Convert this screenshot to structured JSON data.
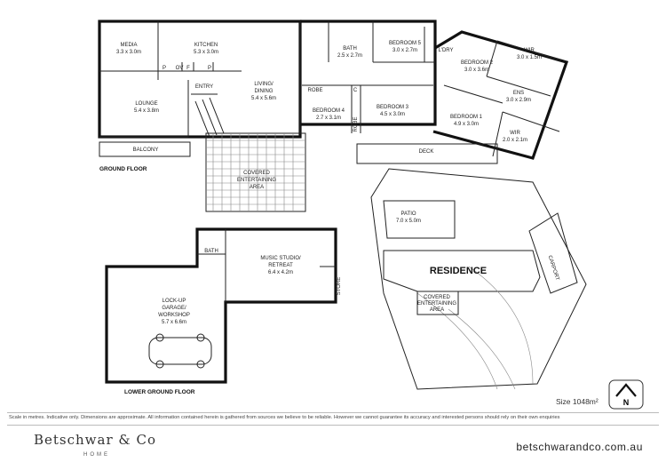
{
  "floor_labels": {
    "ground": "GROUND FLOOR",
    "lower_ground": "LOWER GROUND FLOOR"
  },
  "rooms": {
    "media": {
      "name": "MEDIA",
      "dims": "3.3 x 3.0m"
    },
    "kitchen": {
      "name": "KITCHEN",
      "dims": "5.3 x 3.0m"
    },
    "lounge": {
      "name": "LOUNGE",
      "dims": "5.4 x 3.8m"
    },
    "entry": {
      "name": "ENTRY"
    },
    "living": {
      "name_1": "LIVING/",
      "name_2": "DINING",
      "dims": "5.4 x 5.6m"
    },
    "bath": {
      "name": "BATH",
      "dims": "2.5 x 2.7m"
    },
    "bed5": {
      "name": "BEDROOM 5",
      "dims": "3.0 x 2.7m"
    },
    "ldry": {
      "name": "L'DRY"
    },
    "bed2": {
      "name": "BEDROOM 2",
      "dims": "3.0 x 3.6m"
    },
    "wir_top": {
      "name": "WIR",
      "dims": "3.0 x 1.5m"
    },
    "robe": {
      "name": "ROBE"
    },
    "c": {
      "name": "C"
    },
    "bed4": {
      "name": "BEDROOM 4",
      "dims": "2.7 x 3.1m"
    },
    "bed3": {
      "name": "BEDROOM 3",
      "dims": "4.5 x 3.0m"
    },
    "robe_v": {
      "name": "ROBE"
    },
    "ens": {
      "name": "ENS",
      "dims": "3.0 x 2.9m"
    },
    "bed1": {
      "name": "BEDROOM 1",
      "dims": "4.9 x 3.0m"
    },
    "wir_bottom": {
      "name": "WIR",
      "dims": "2.0 x 2.1m"
    },
    "balcony": {
      "name": "BALCONY"
    },
    "deck": {
      "name": "DECK"
    },
    "covered": {
      "line1": "COVERED",
      "line2": "ENTERTAINING",
      "line3": "AREA"
    },
    "bath_lower": {
      "name": "BATH"
    },
    "music": {
      "line1": "MUSIC STUDIO/",
      "line2": "RETREAT",
      "dims": "6.4 x 4.2m"
    },
    "store": {
      "name": "STORE"
    },
    "garage": {
      "line1": "LOCK-UP",
      "line2": "GARAGE/",
      "line3": "WORKSHOP",
      "dims": "5.7 x 6.6m"
    }
  },
  "kitchen_codes": {
    "p1": "P",
    "ov": "OV",
    "f": "F",
    "p2": "P"
  },
  "site": {
    "patio": {
      "name": "PATIO",
      "dims": "7.0 x 5.0m"
    },
    "residence": "RESIDENCE",
    "carport": "CARPORT",
    "covered": {
      "line1": "COVERED",
      "line2": "ENTERTAINING",
      "line3": "AREA"
    }
  },
  "size": "Size 1048m²",
  "compass": {
    "letter": "N"
  },
  "disclaimer": "Scale in metres. Indicative only. Dimensions are approximate. All information contained herein is gathered from sources we believe to be reliable. However we cannot guarantee its accuracy and interested persons should rely on their own enquiries",
  "brand": {
    "name": "Betschwar & Co",
    "sub": "HOME"
  },
  "url": "betschwarandco.com.au"
}
